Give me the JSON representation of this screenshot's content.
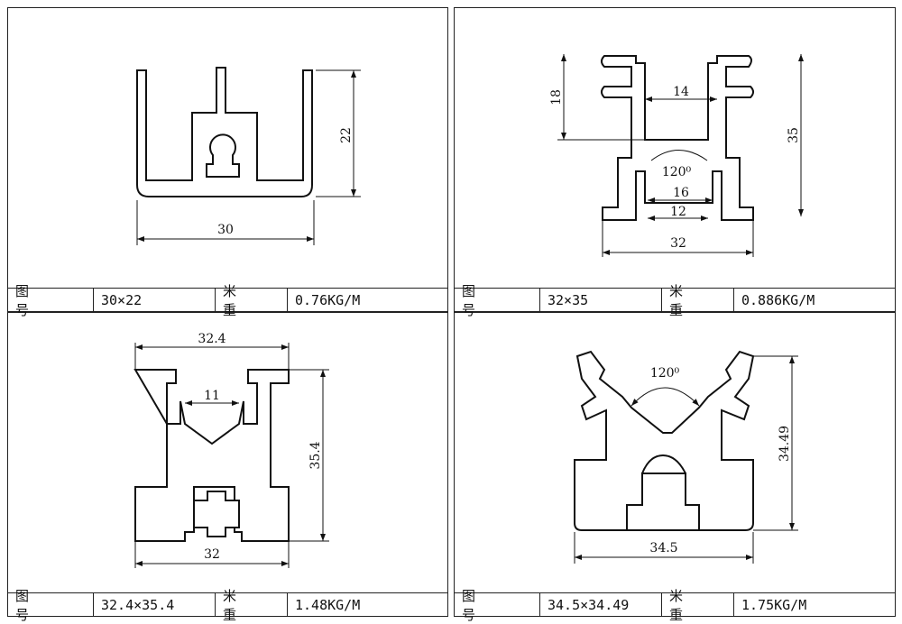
{
  "labels": {
    "drawing_no": "图 号",
    "weight": "米 重"
  },
  "profiles": [
    {
      "size": "30×22",
      "weight": "0.76KG/M",
      "dims": {
        "width": "30",
        "height": "22"
      }
    },
    {
      "size": "32×35",
      "weight": "0.886KG/M",
      "dims": {
        "width": "32",
        "height": "35",
        "upper": "18",
        "slot_top": "14",
        "slot_mid": "16",
        "slot_bottom": "12",
        "angle": "120⁰"
      }
    },
    {
      "size": "32.4×35.4",
      "weight": "1.48KG/M",
      "dims": {
        "top_width": "32.4",
        "slot": "11",
        "height": "35.4",
        "bottom_width": "32"
      }
    },
    {
      "size": "34.5×34.49",
      "weight": "1.75KG/M",
      "dims": {
        "angle": "120⁰",
        "height": "34.49",
        "width": "34.5"
      }
    }
  ]
}
